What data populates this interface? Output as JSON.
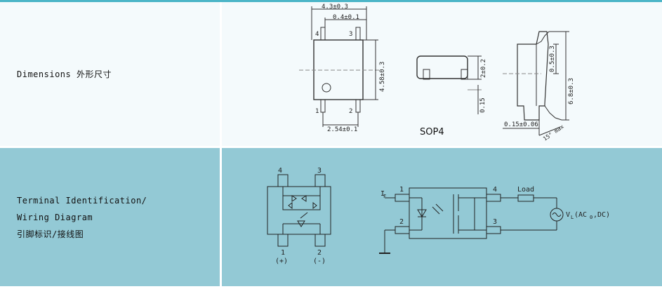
{
  "rows": [
    {
      "label_lines": [
        "Dimensions 外形尺寸"
      ],
      "drawing": {
        "dims": {
          "top_width": "4.3±0.3",
          "lead_width": "0.4±0.1",
          "body_height": "4.58±0.3",
          "pitch": "2.54±0.1",
          "lead_thickness": "2±0.2",
          "lead_offset": "0.15",
          "overall": "6.8±0.3",
          "inner": "0.5±0.3",
          "foot": "0.15±0.06",
          "angle": "15° max"
        },
        "pins_top": [
          "4",
          "3"
        ],
        "pins_bottom": [
          "1",
          "2"
        ],
        "package_label": "SOP4"
      }
    },
    {
      "label_lines": [
        "Terminal Identification/",
        "Wiring Diagram",
        "引脚标识/接线图"
      ],
      "diagram": {
        "pins_top": [
          "4",
          "3"
        ],
        "pins_bottom": [
          "1",
          "2"
        ],
        "polarity": [
          "(+)",
          "(-)"
        ],
        "input_label": "I",
        "input_sub": "F",
        "pin_labels": [
          "1",
          "2",
          "4",
          "3"
        ],
        "load_label": "Load",
        "source_label": "V",
        "source_sub": "L",
        "source_tail": "(AC",
        "source_tail_sub": "0",
        "source_end": ",DC)"
      }
    }
  ]
}
